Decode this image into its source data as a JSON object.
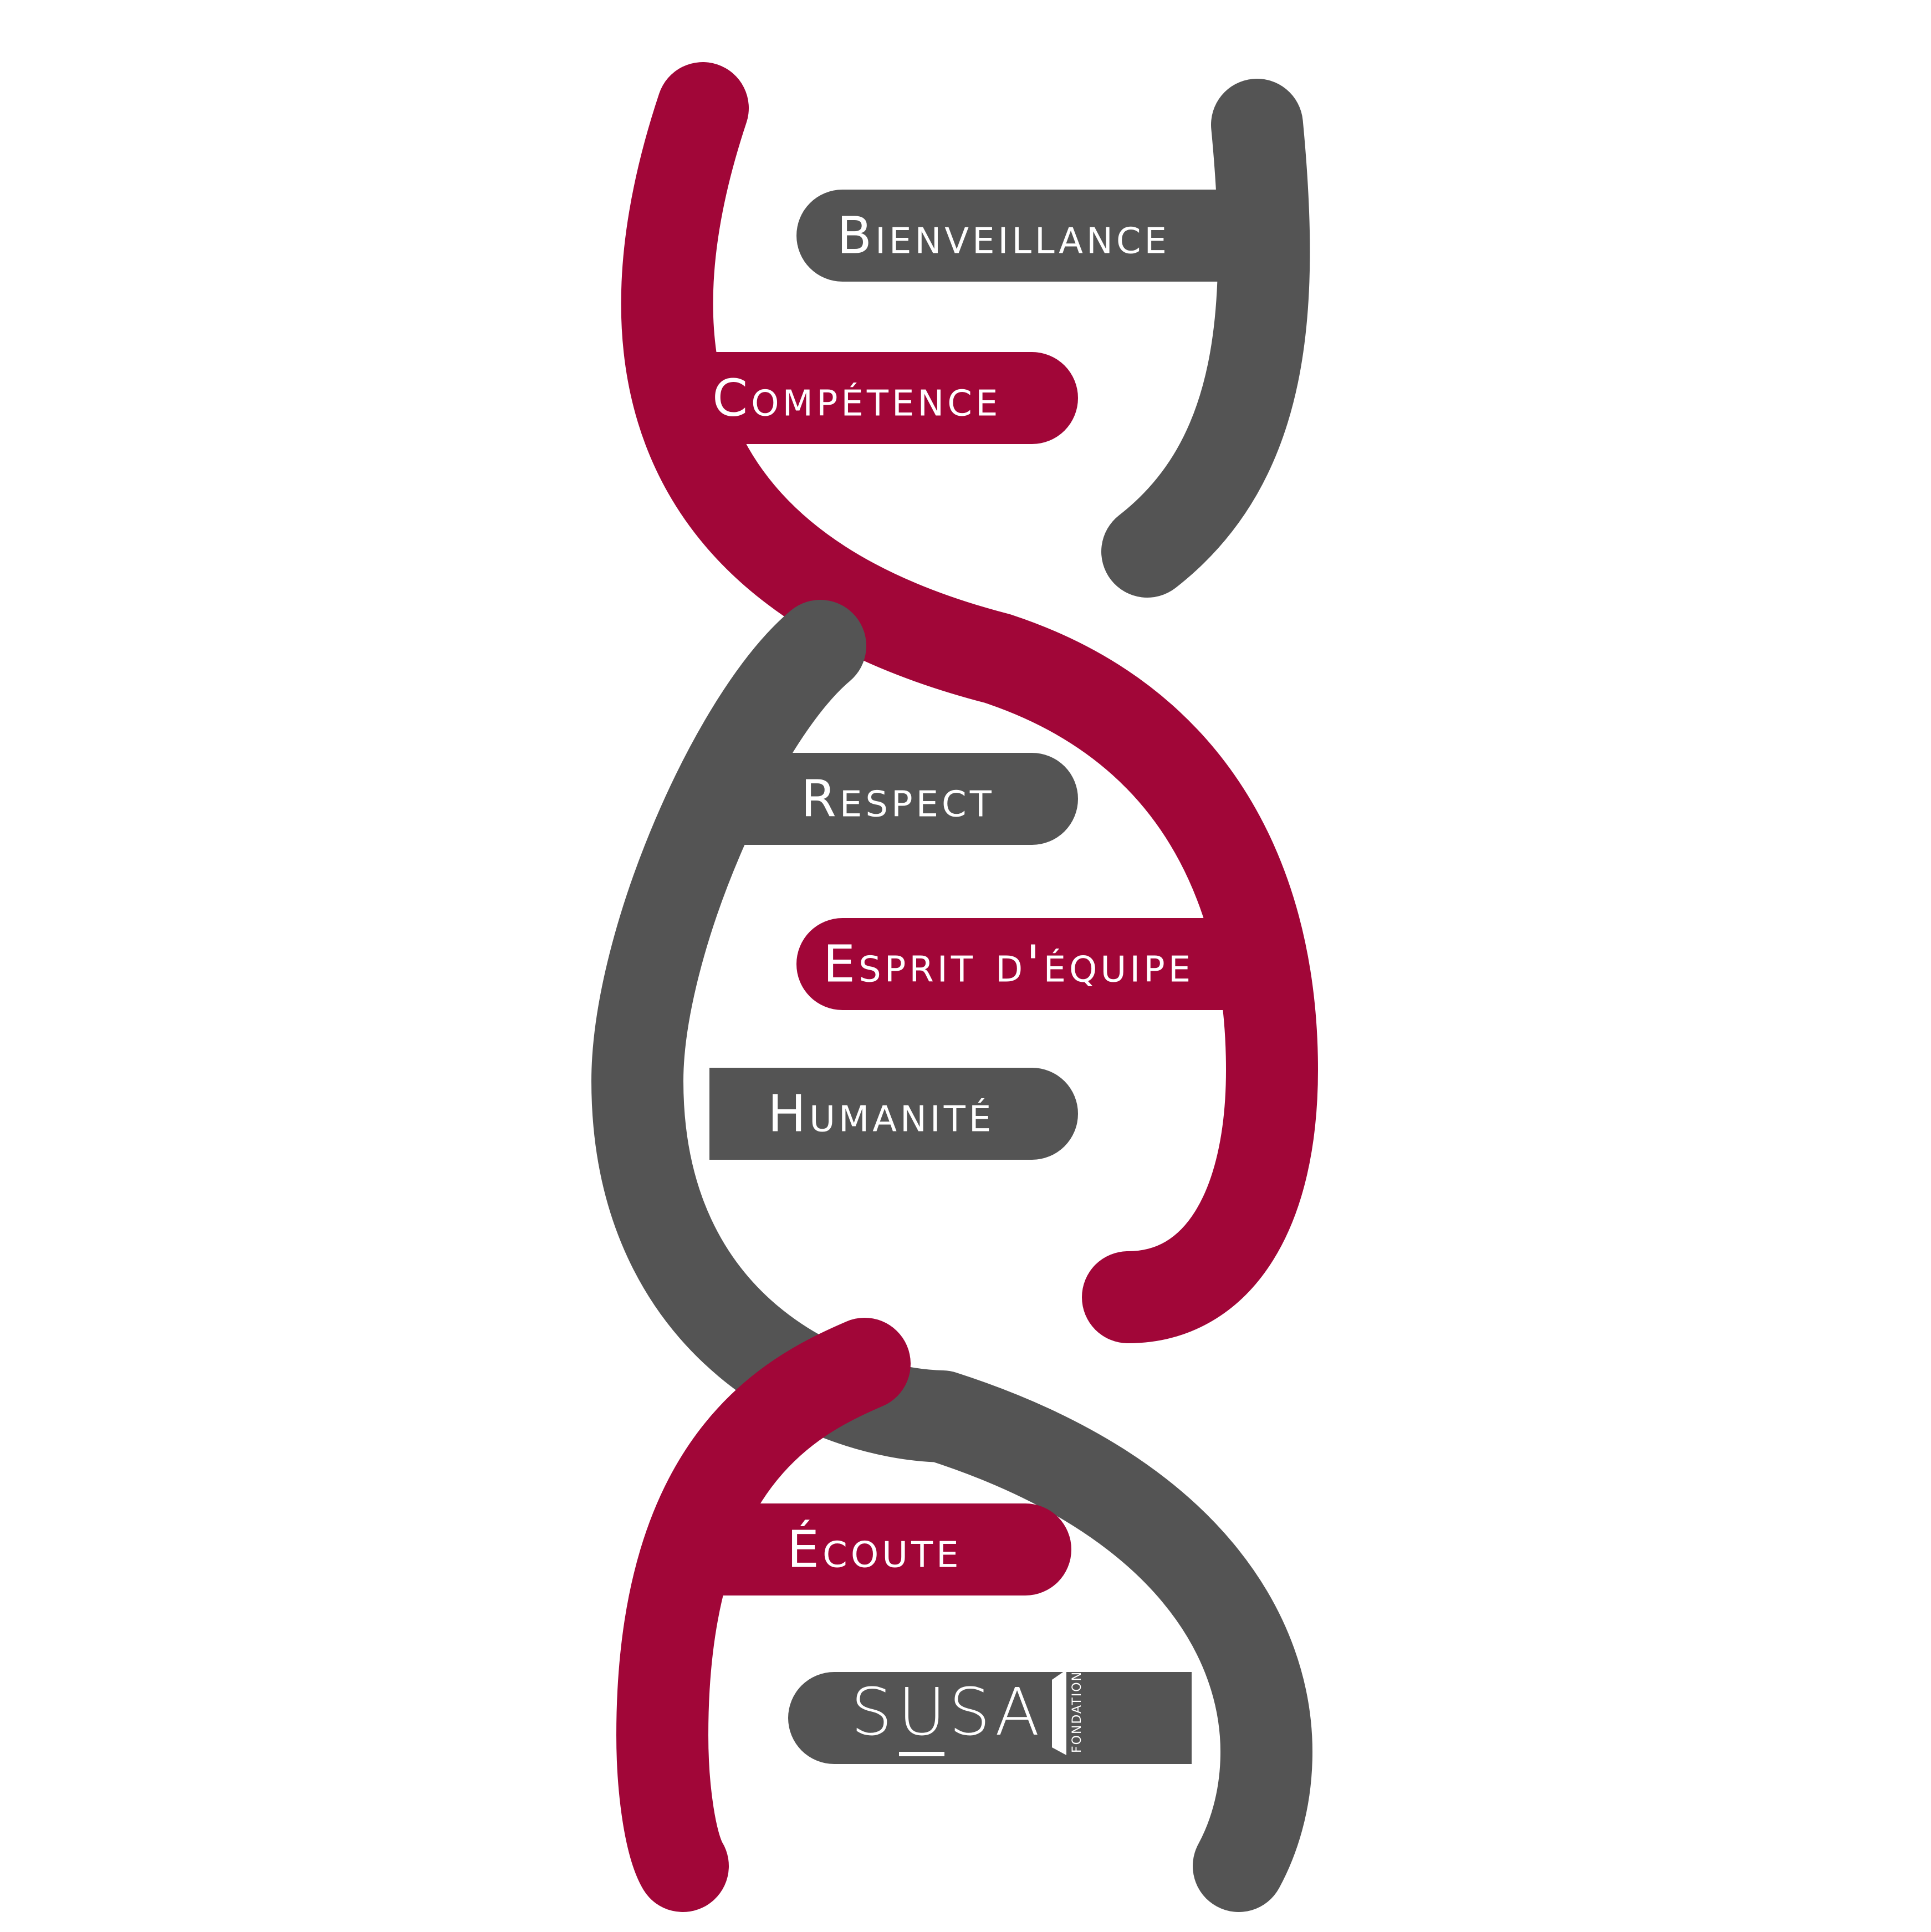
{
  "colors": {
    "red": "#a10638",
    "gray": "#545454",
    "label_text": "#ffffff",
    "background": "#ffffff"
  },
  "rungs": [
    {
      "label": "Bienveillance",
      "strand": "gray"
    },
    {
      "label": "Compétence",
      "strand": "red"
    },
    {
      "label": "Respect",
      "strand": "gray"
    },
    {
      "label": "Esprit d'équipe",
      "strand": "red"
    },
    {
      "label": "Humanité",
      "strand": "gray"
    },
    {
      "label": "Écoute",
      "strand": "red"
    }
  ],
  "logo": {
    "letters": [
      "S",
      "U",
      "S",
      "A"
    ],
    "subtitle": "FONDATION",
    "strand": "gray"
  }
}
